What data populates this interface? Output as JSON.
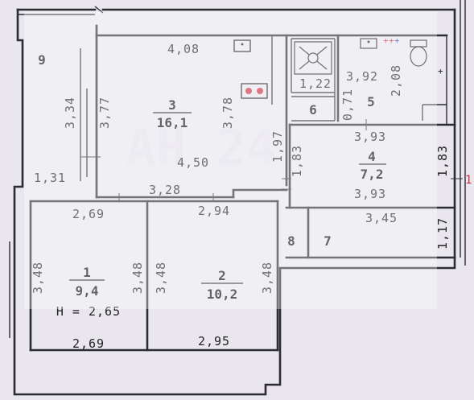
{
  "rooms": [
    {
      "num": "1",
      "area": "9,4"
    },
    {
      "num": "2",
      "area": "10,2"
    },
    {
      "num": "3",
      "area": "16,1"
    },
    {
      "num": "4",
      "area": "7,2"
    },
    {
      "num": "5"
    },
    {
      "num": "6"
    },
    {
      "num": "7"
    },
    {
      "num": "8"
    },
    {
      "num": "9"
    }
  ],
  "dimensions": {
    "r3_top": "4,08",
    "r3_left_a": "3,34",
    "r3_left_b": "3,77",
    "r3_right": "3,78",
    "r3_width": "4,50",
    "r3_bottom": "3,28",
    "r9_width": "1,31",
    "r1_top": "2,69",
    "r1_left": "3,48",
    "r1_right": "3,48",
    "r1_bottom": "2,69",
    "r2_top": "2,94",
    "r2_left": "3,48",
    "r2_right": "3,48",
    "r2_bottom": "2,95",
    "corr_a": "1,97",
    "corr_b": "1,83",
    "r6_w": "1,22",
    "r6_h": "0,71",
    "r5_w": "3,92",
    "r5_h": "2,08",
    "r4_top": "3,93",
    "r4_bottom": "3,93",
    "r4_right": "1,83",
    "r7_w": "3,45",
    "r7_h": "1,17"
  },
  "ceiling_height": "H = 2,65",
  "watermark": "АН 24",
  "edge_mark": "1"
}
